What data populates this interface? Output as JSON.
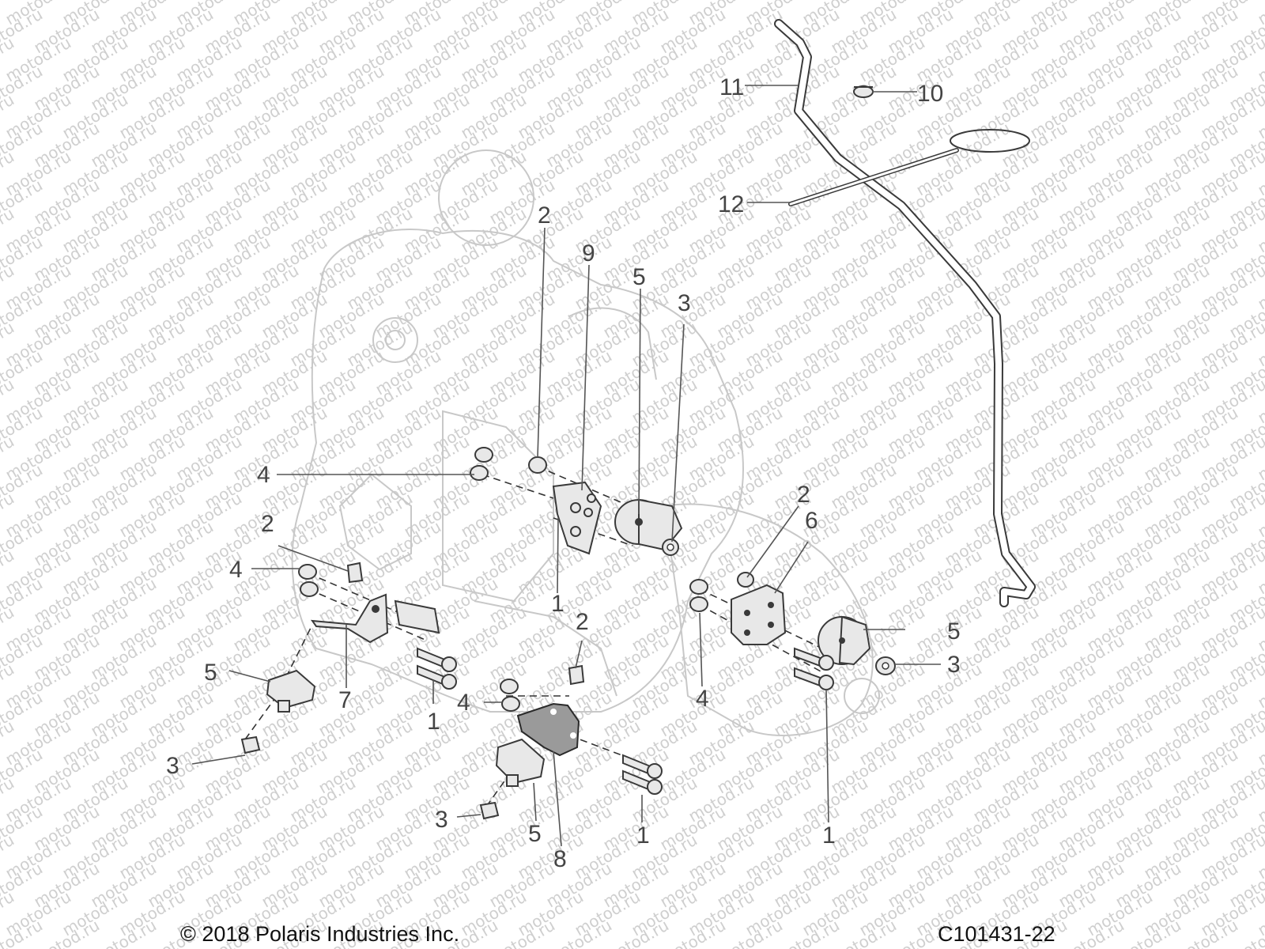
{
  "watermark_text": "motod.ru",
  "footer": {
    "copyright": "© 2018 Polaris Industries Inc.",
    "diagram_code": "C101431-22"
  },
  "callouts": [
    "11",
    "10",
    "12",
    "2",
    "9",
    "5",
    "3",
    "4",
    "2",
    "4",
    "2",
    "6",
    "1",
    "5",
    "3",
    "2",
    "5",
    "7",
    "1",
    "4",
    "4",
    "3",
    "8",
    "5",
    "3",
    "1",
    "1"
  ],
  "colors": {
    "line_art": "#3a3a3a",
    "part_fill": "#e8e8e8",
    "watermark": "#cfcfcf",
    "callout_text": "#444444"
  }
}
